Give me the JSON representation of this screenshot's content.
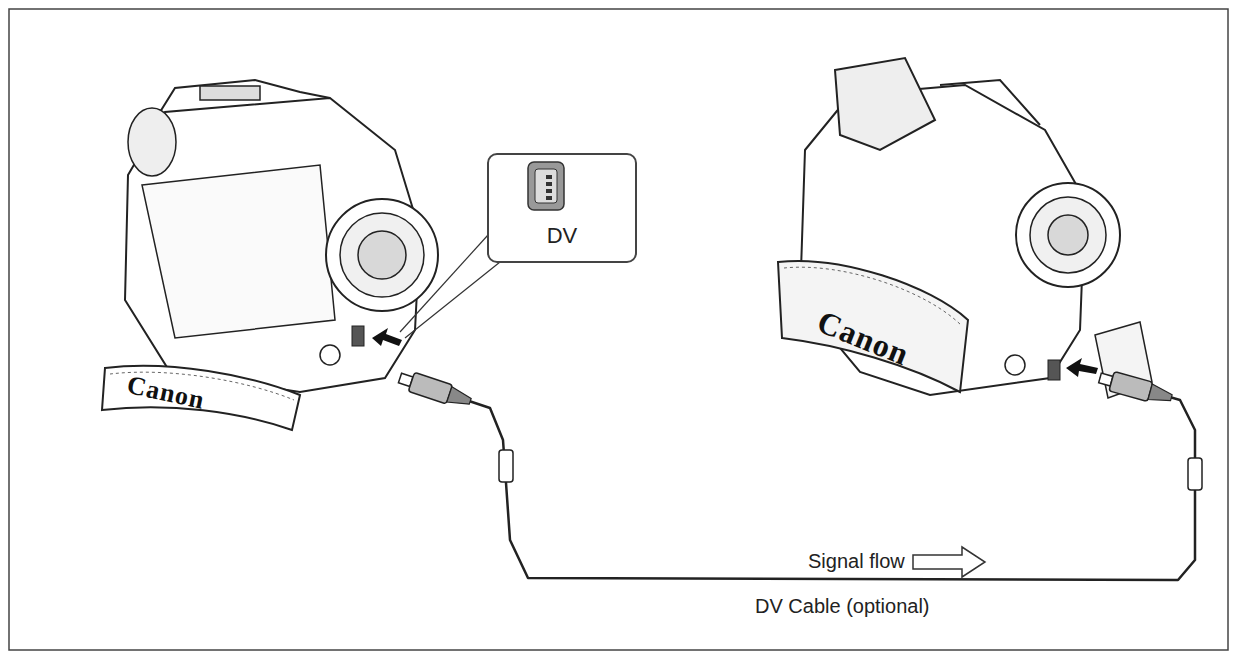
{
  "diagram": {
    "nodes": [
      {
        "text": [
          "Canon"
        ]
      },
      {
        "text": [
          "DV"
        ]
      },
      {
        "text": [
          "Canon"
        ]
      }
    ],
    "edges": [
      {
        "from": 0,
        "to": 2,
        "arrow": "none",
        "label": "Signal flow"
      }
    ],
    "labels": [
      "DV Cable (optional)"
    ]
  }
}
